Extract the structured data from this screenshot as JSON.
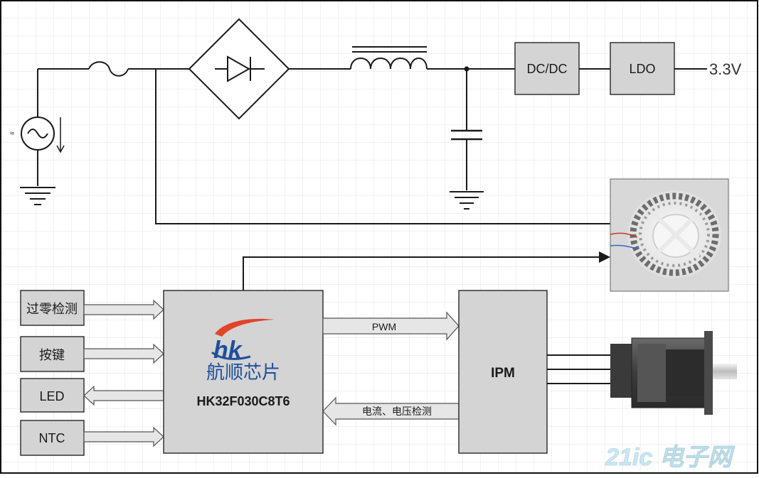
{
  "blocks": {
    "dcdc": "DC/DC",
    "ldo": "LDO",
    "output_voltage": "3.3V",
    "zero_cross": "过零检测",
    "key": "按键",
    "led": "LED",
    "ntc": "NTC",
    "ipm": "IPM"
  },
  "mcu": {
    "brand": "航顺芯片",
    "part": "HK32F030C8T6"
  },
  "signals": {
    "pwm": "PWM",
    "sense": "电流、电压检测"
  },
  "watermark": {
    "text": "21ic 电子网"
  },
  "colors": {
    "block_fill": "#d4d4d4",
    "logo_blue": "#1f4e9c",
    "logo_red": "#e2442a",
    "grid": "#e3e3e3"
  }
}
